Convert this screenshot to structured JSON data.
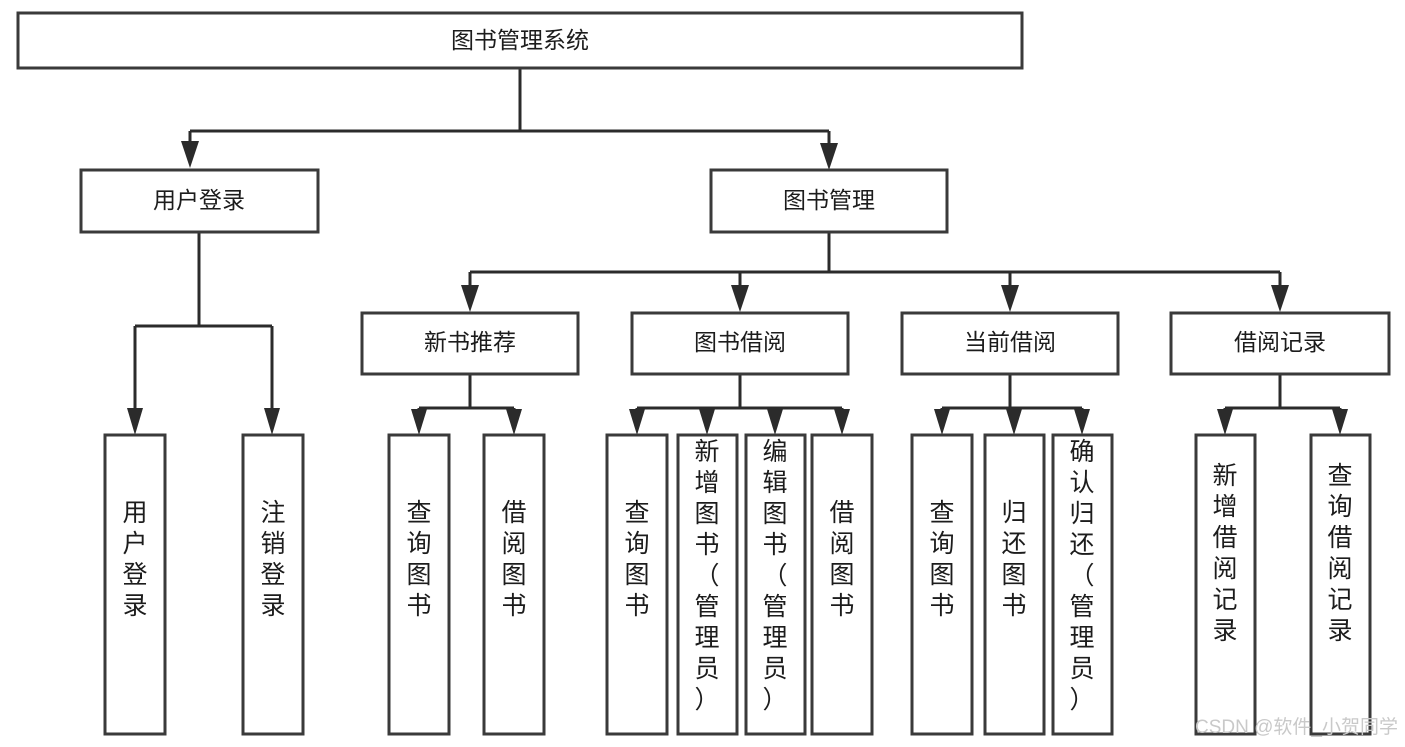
{
  "diagram": {
    "title": "图书管理系统",
    "type": "hierarchy-tree",
    "root": {
      "id": "root",
      "label": "图书管理系统",
      "orientation": "horizontal"
    },
    "level2": [
      {
        "id": "user-login",
        "label": "用户登录",
        "orientation": "horizontal"
      },
      {
        "id": "book-manage",
        "label": "图书管理",
        "orientation": "horizontal"
      }
    ],
    "level3": [
      {
        "id": "new-book-recommend",
        "label": "新书推荐",
        "orientation": "horizontal",
        "parent": "book-manage"
      },
      {
        "id": "book-borrow",
        "label": "图书借阅",
        "orientation": "horizontal",
        "parent": "book-manage"
      },
      {
        "id": "current-borrow",
        "label": "当前借阅",
        "orientation": "horizontal",
        "parent": "book-manage"
      },
      {
        "id": "borrow-record",
        "label": "借阅记录",
        "orientation": "horizontal",
        "parent": "book-manage"
      }
    ],
    "leaves": [
      {
        "id": "leaf-user-login",
        "label": "用户登录",
        "orientation": "vertical",
        "parent": "user-login"
      },
      {
        "id": "leaf-logout",
        "label": "注销登录",
        "orientation": "vertical",
        "parent": "user-login"
      },
      {
        "id": "leaf-query-book-1",
        "label": "查询图书",
        "orientation": "vertical",
        "parent": "new-book-recommend"
      },
      {
        "id": "leaf-borrow-book-1",
        "label": "借阅图书",
        "orientation": "vertical",
        "parent": "new-book-recommend"
      },
      {
        "id": "leaf-query-book-2",
        "label": "查询图书",
        "orientation": "vertical",
        "parent": "book-borrow"
      },
      {
        "id": "leaf-add-book",
        "label": "新增图书（管理员）",
        "orientation": "vertical",
        "parent": "book-borrow"
      },
      {
        "id": "leaf-edit-book",
        "label": "编辑图书（管理员）",
        "orientation": "vertical",
        "parent": "book-borrow"
      },
      {
        "id": "leaf-borrow-book-2",
        "label": "借阅图书",
        "orientation": "vertical",
        "parent": "book-borrow"
      },
      {
        "id": "leaf-query-book-3",
        "label": "查询图书",
        "orientation": "vertical",
        "parent": "current-borrow"
      },
      {
        "id": "leaf-return-book",
        "label": "归还图书",
        "orientation": "vertical",
        "parent": "current-borrow"
      },
      {
        "id": "leaf-confirm-return",
        "label": "确认归还（管理员）",
        "orientation": "vertical",
        "parent": "current-borrow"
      },
      {
        "id": "leaf-add-record",
        "label": "新增借阅记录",
        "orientation": "vertical",
        "parent": "borrow-record"
      },
      {
        "id": "leaf-query-record",
        "label": "查询借阅记录",
        "orientation": "vertical",
        "parent": "borrow-record"
      }
    ]
  },
  "watermark": {
    "text": "CSDN @软件_小贺同学"
  },
  "colors": {
    "box_stroke": "#3a3a3a",
    "connector": "#2b2b2b",
    "text": "#1c1c1c",
    "background": "#ffffff",
    "watermark": "#c9c9c9"
  }
}
